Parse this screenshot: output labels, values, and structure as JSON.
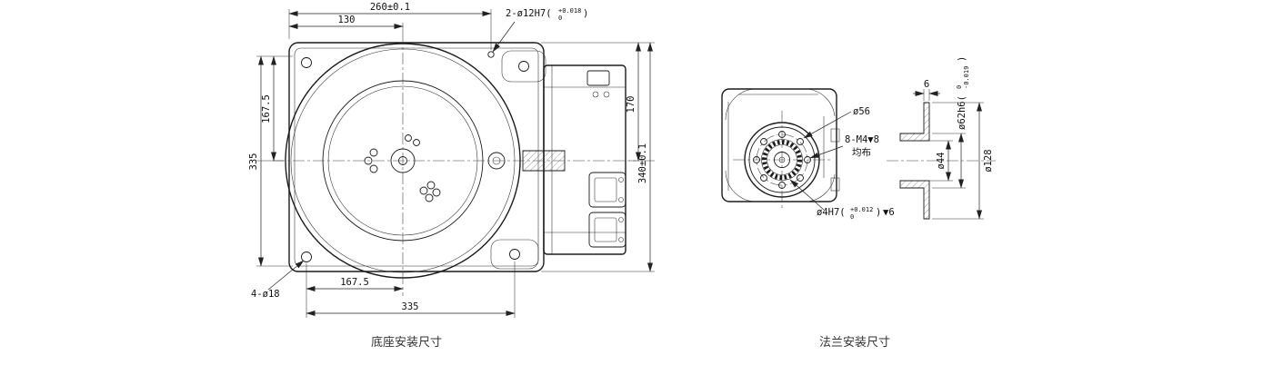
{
  "captions": {
    "base": "底座安装尺寸",
    "flange": "法兰安装尺寸"
  },
  "base_view": {
    "dim_260": "260±0.1",
    "dim_130": "130",
    "callout_dowel_main": "2-ø12H7(",
    "callout_dowel_up": "+0.018",
    "callout_dowel_dn": "0",
    "callout_dowel_close": ")",
    "dim_167_5_left": "167.5",
    "dim_335_left": "335",
    "dim_170": "170",
    "dim_340": "340±0.1",
    "callout_corner_holes": "4-ø18",
    "dim_167_5_bottom": "167.5",
    "dim_335_bottom": "335"
  },
  "flange_view": {
    "dim_56": "ø56",
    "callout_bolts_line1": "8-M4▼8",
    "callout_bolts_line2": "均布",
    "callout_pin_main": "ø4H7(",
    "callout_pin_up": "+0.012",
    "callout_pin_dn": "0",
    "callout_pin_close": ")",
    "callout_pin_depth": "▼6",
    "dim_62_main": "ø62h6(",
    "dim_62_up": "0",
    "dim_62_dn": "-0.019",
    "dim_62_close": ")",
    "dim_6": "6",
    "dim_44": "ø44",
    "dim_128": "ø128"
  }
}
